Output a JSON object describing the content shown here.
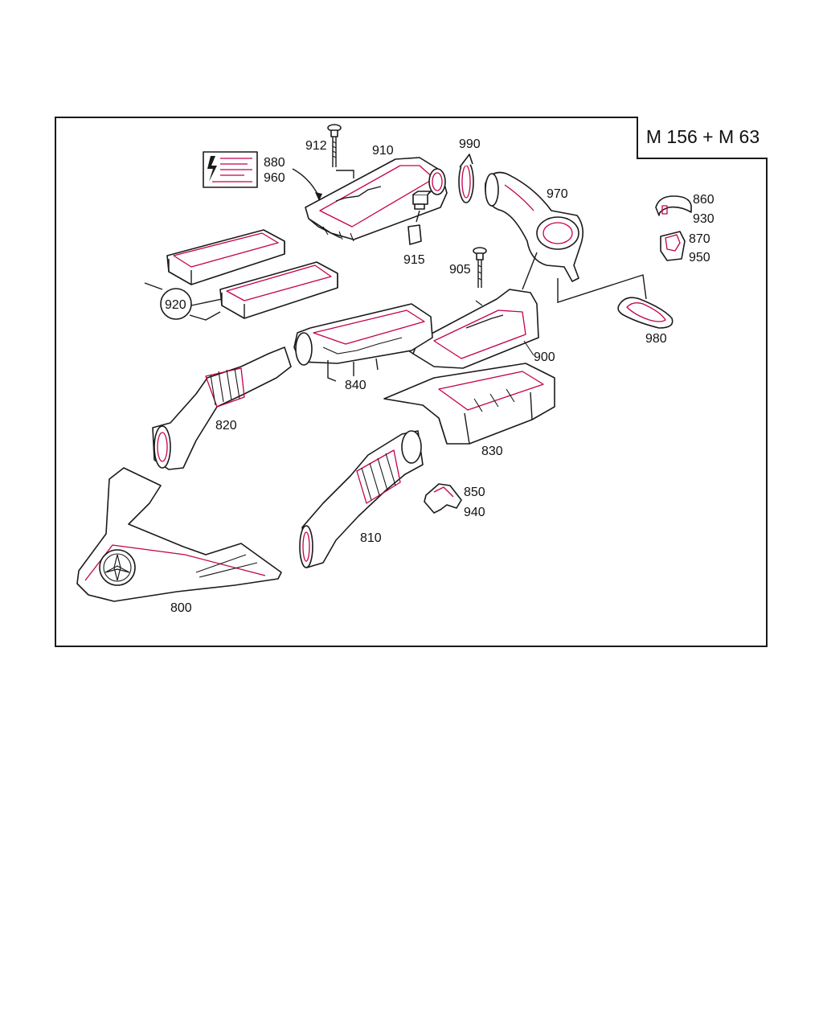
{
  "title": "M 156 + M 63",
  "parts": [
    {
      "id": "p912",
      "label": "912"
    },
    {
      "id": "p910",
      "label": "910"
    },
    {
      "id": "p990",
      "label": "990"
    },
    {
      "id": "p880",
      "label": "880"
    },
    {
      "id": "p960",
      "label": "960"
    },
    {
      "id": "p970",
      "label": "970"
    },
    {
      "id": "p860",
      "label": "860"
    },
    {
      "id": "p930",
      "label": "930"
    },
    {
      "id": "p870",
      "label": "870"
    },
    {
      "id": "p950",
      "label": "950"
    },
    {
      "id": "p915",
      "label": "915"
    },
    {
      "id": "p905",
      "label": "905"
    },
    {
      "id": "p920",
      "label": "920"
    },
    {
      "id": "p980",
      "label": "980"
    },
    {
      "id": "p900",
      "label": "900"
    },
    {
      "id": "p840",
      "label": "840"
    },
    {
      "id": "p820",
      "label": "820"
    },
    {
      "id": "p830",
      "label": "830"
    },
    {
      "id": "p850",
      "label": "850"
    },
    {
      "id": "p940",
      "label": "940"
    },
    {
      "id": "p810",
      "label": "810"
    },
    {
      "id": "p800",
      "label": "800"
    }
  ]
}
